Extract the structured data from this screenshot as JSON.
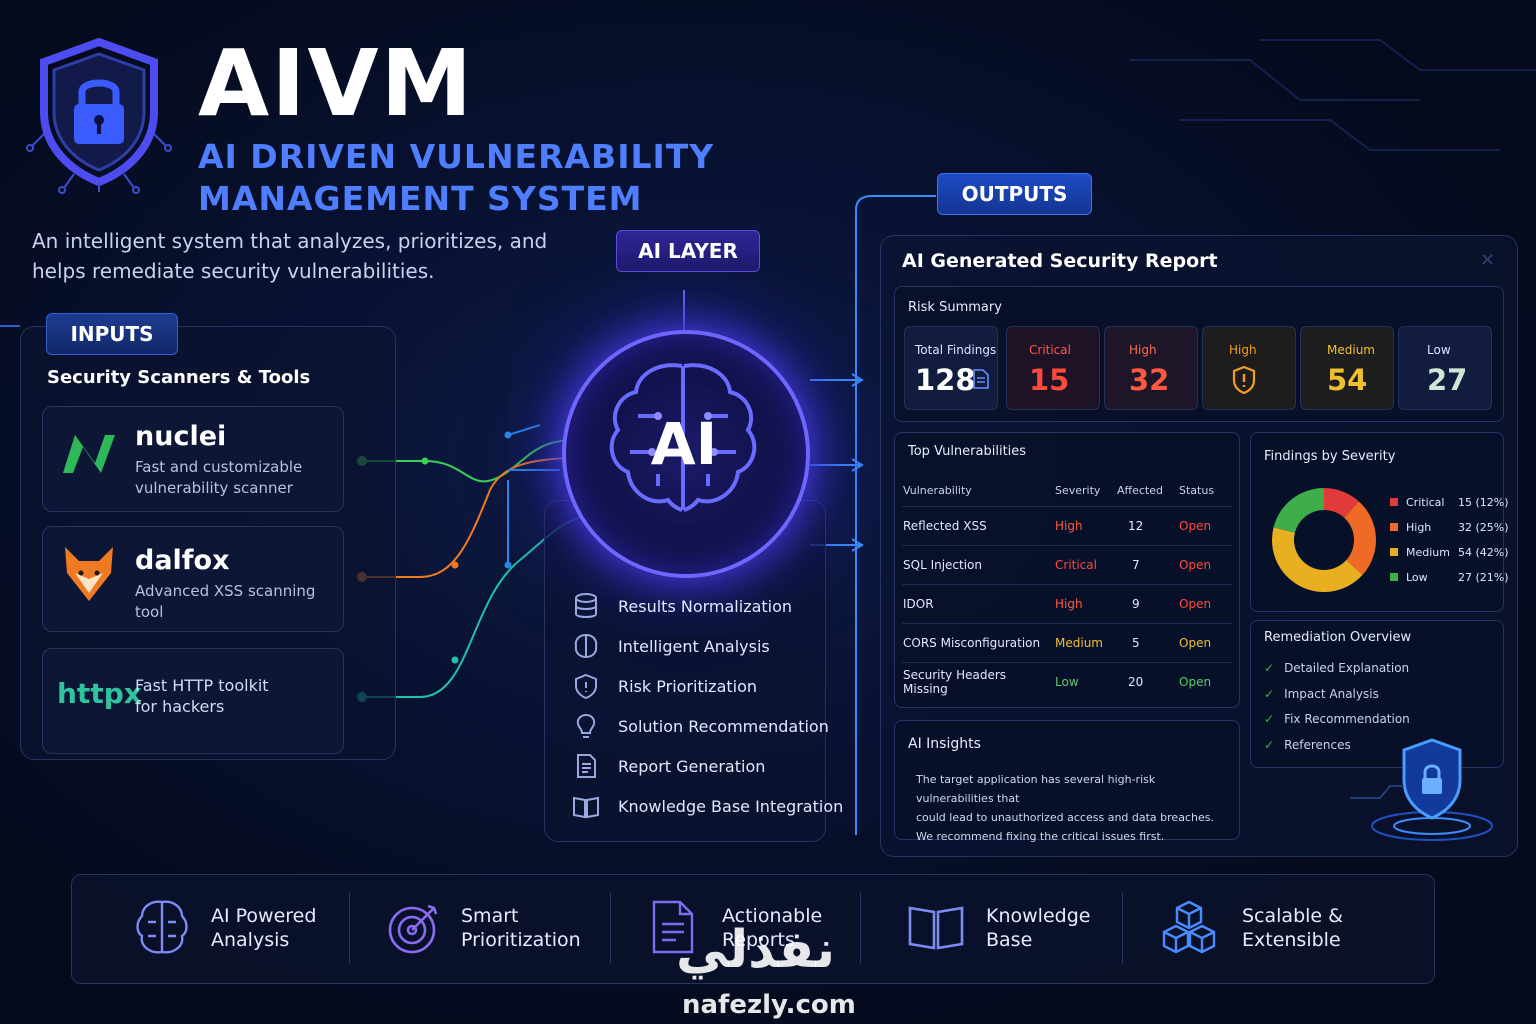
{
  "header": {
    "title": "AIVM",
    "subtitle_line1": "AI DRIVEN VULNERABILITY",
    "subtitle_line2": "MANAGEMENT SYSTEM",
    "description": "An intelligent system that analyzes, prioritizes, and helps remediate security vulnerabilities."
  },
  "inputs": {
    "tag": "INPUTS",
    "heading": "Security Scanners & Tools",
    "tools": [
      {
        "name": "nuclei",
        "desc_line1": "Fast and customizable",
        "desc_line2": "vulnerability scanner"
      },
      {
        "name": "dalfox",
        "desc_line1": "Advanced XSS scanning",
        "desc_line2": "tool"
      },
      {
        "name": "httpx",
        "desc_line1": "Fast HTTP toolkit",
        "desc_line2": "for hackers"
      }
    ]
  },
  "ai_layer": {
    "tag": "AI LAYER",
    "core": "AI",
    "items": [
      "Results Normalization",
      "Intelligent Analysis",
      "Risk Prioritization",
      "Solution Recommendation",
      "Report Generation",
      "Knowledge Base Integration"
    ]
  },
  "outputs": {
    "tag": "OUTPUTS",
    "report_title": "AI Generated Security Report",
    "risk_summary": {
      "title": "Risk Summary",
      "cards": [
        {
          "label": "Total Findings",
          "value": "128"
        },
        {
          "label": "Critical",
          "value": "15"
        },
        {
          "label": "High",
          "value": "32"
        },
        {
          "label": "High",
          "value": ""
        },
        {
          "label": "Medium",
          "value": "54"
        },
        {
          "label": "Low",
          "value": "27"
        }
      ]
    },
    "top_vulnerabilities": {
      "title": "Top Vulnerabilities",
      "headers": [
        "Vulnerability",
        "Severity",
        "Affected",
        "Status"
      ],
      "rows": [
        [
          "Reflected XSS",
          "High",
          "12",
          "Open"
        ],
        [
          "SQL Injection",
          "Critical",
          "7",
          "Open"
        ],
        [
          "IDOR",
          "High",
          "9",
          "Open"
        ],
        [
          "CORS Misconfiguration",
          "Medium",
          "5",
          "Open"
        ],
        [
          "Security Headers Missing",
          "Low",
          "20",
          "Open"
        ]
      ]
    },
    "findings_by_severity": {
      "title": "Findings by Severity",
      "legend": [
        {
          "label": "Critical",
          "value": "15 (12%)",
          "color": "#e03a3a"
        },
        {
          "label": "High",
          "value": "32 (25%)",
          "color": "#ef6a24"
        },
        {
          "label": "Medium",
          "value": "54 (42%)",
          "color": "#e8b020"
        },
        {
          "label": "Low",
          "value": "27 (21%)",
          "color": "#3fae4a"
        }
      ]
    },
    "remediation": {
      "title": "Remediation Overview",
      "items": [
        "Detailed Explanation",
        "Impact Analysis",
        "Fix Recommendation",
        "References"
      ]
    },
    "insights": {
      "title": "AI Insights",
      "line1": "The target application has several high-risk vulnerabilities that",
      "line2": "could lead to unauthorized access and data breaches.",
      "line3": "We recommend fixing the critical issues first."
    }
  },
  "features": [
    {
      "line1": "AI Powered",
      "line2": "Analysis",
      "icon": "brain-icon"
    },
    {
      "line1": "Smart",
      "line2": "Prioritization",
      "icon": "target-icon"
    },
    {
      "line1": "Actionable",
      "line2": "Reports",
      "icon": "document-icon"
    },
    {
      "line1": "Knowledge",
      "line2": "Base",
      "icon": "book-icon"
    },
    {
      "line1": "Scalable &",
      "line2": "Extensible",
      "icon": "cubes-icon"
    }
  ],
  "watermark": {
    "arabic": "نفذلي",
    "latin": "nafezly.com"
  },
  "chart_data": {
    "type": "pie",
    "categories": [
      "Critical",
      "High",
      "Medium",
      "Low"
    ],
    "values": [
      15,
      32,
      54,
      27
    ],
    "colors": [
      "#e03a3a",
      "#ef6a24",
      "#e8b020",
      "#3fae4a"
    ]
  }
}
